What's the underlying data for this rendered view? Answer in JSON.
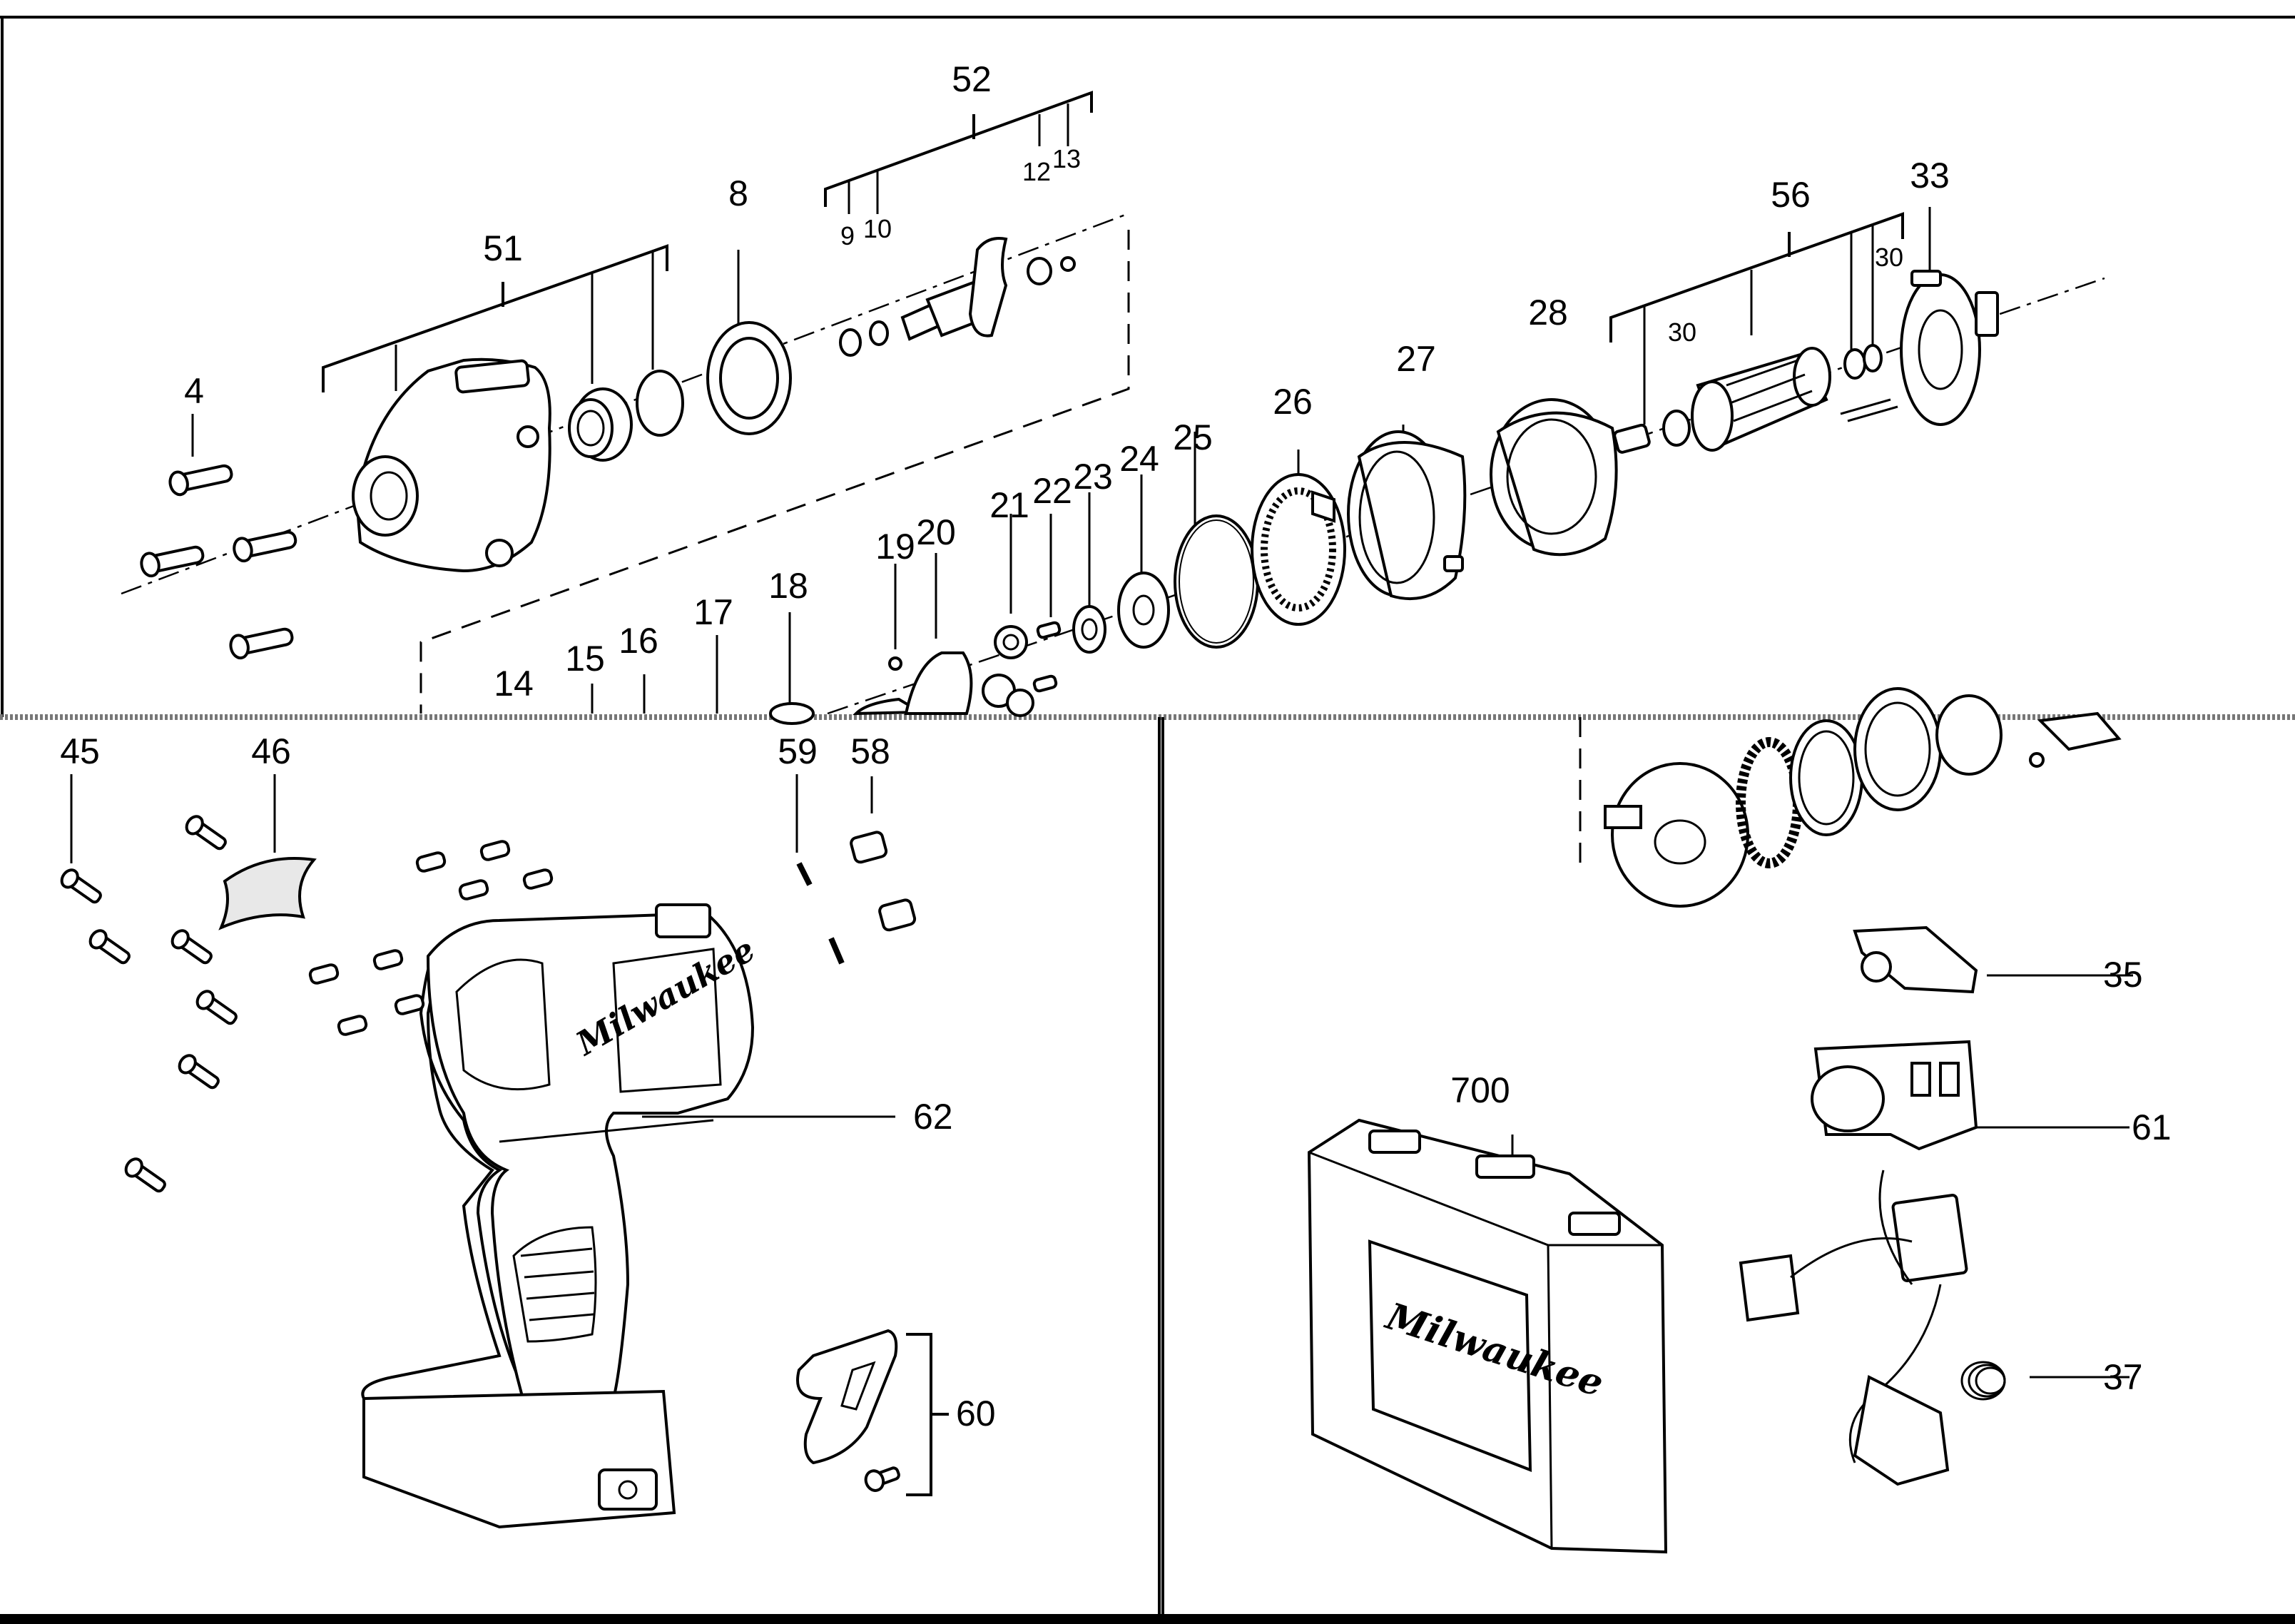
{
  "brand_text": "Milwaukee",
  "labels": {
    "p4": "4",
    "p8": "8",
    "p9": "9",
    "p10": "10",
    "p12": "12",
    "p13": "13",
    "p14": "14",
    "p15": "15",
    "p16": "16",
    "p17": "17",
    "p18": "18",
    "p19": "19",
    "p20": "20",
    "p21": "21",
    "p22": "22",
    "p23": "23",
    "p24": "24",
    "p25": "25",
    "p26": "26",
    "p27": "27",
    "p28": "28",
    "p30a": "30",
    "p30b": "30",
    "p33": "33",
    "p35": "35",
    "p37": "37",
    "p45": "45",
    "p46": "46",
    "p51": "51",
    "p52": "52",
    "p56": "56",
    "p58": "58",
    "p59": "59",
    "p60": "60",
    "p61": "61",
    "p62": "62",
    "p700": "700"
  }
}
